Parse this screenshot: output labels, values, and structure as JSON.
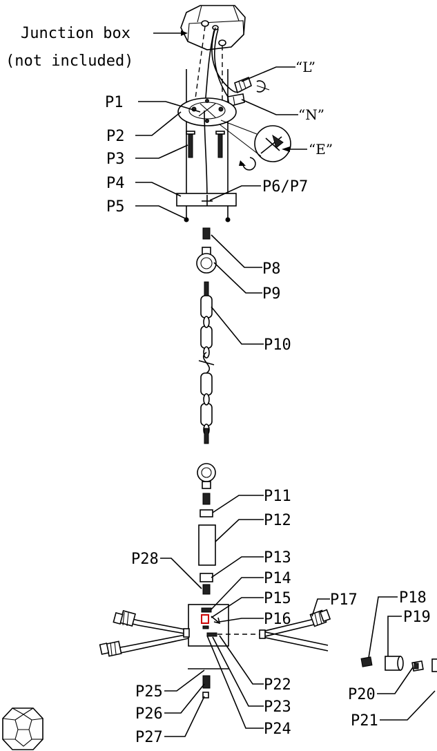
{
  "junction_box_label": "Junction box",
  "junction_box_note": "(not included)",
  "wire_labels": {
    "L": "“L”",
    "N": "“N”",
    "E": "“E”"
  },
  "parts": {
    "P1": "P1",
    "P2": "P2",
    "P3": "P3",
    "P4": "P4",
    "P5": "P5",
    "P6_P7": "P6/P7",
    "P8": "P8",
    "P9": "P9",
    "P10": "P10",
    "P11": "P11",
    "P12": "P12",
    "P13": "P13",
    "P14": "P14",
    "P15": "P15",
    "P16": "P16",
    "P17": "P17",
    "P18": "P18",
    "P19": "P19",
    "P20": "P20",
    "P21": "P21",
    "P22": "P22",
    "P23": "P23",
    "P24": "P24",
    "P25": "P25",
    "P26": "P26",
    "P27": "P27",
    "P28": "P28"
  }
}
